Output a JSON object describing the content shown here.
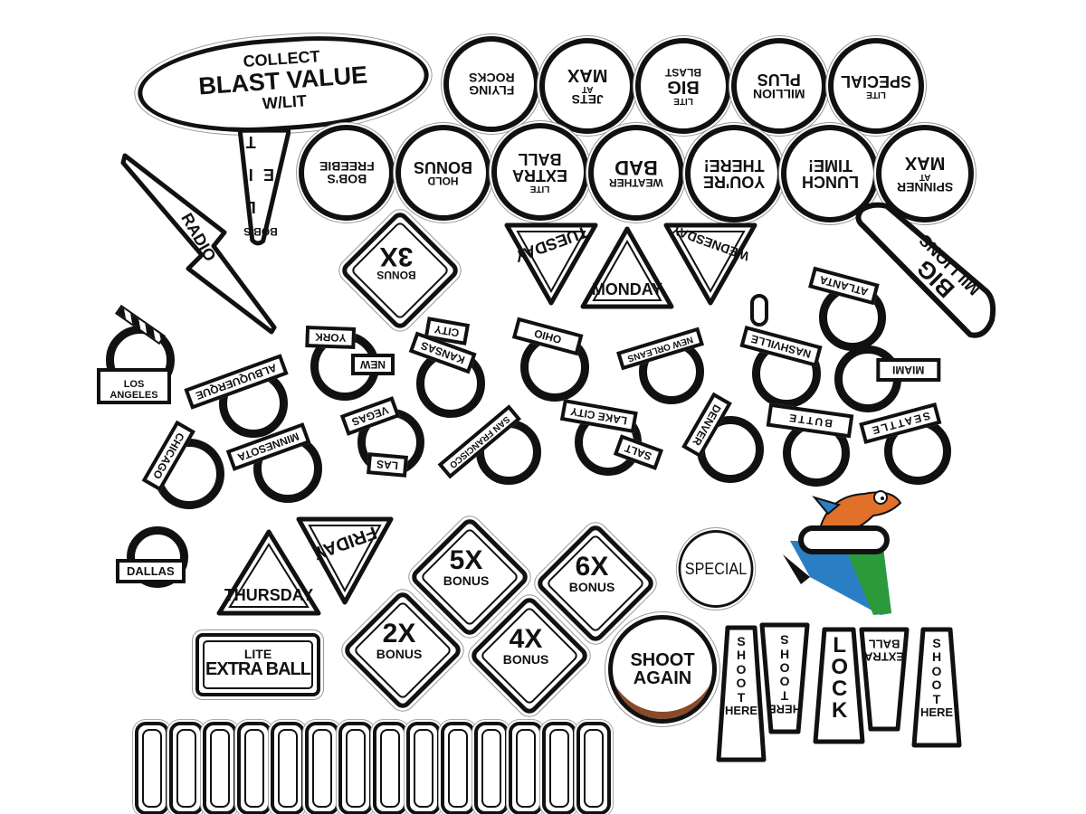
{
  "blast_oval": {
    "line1": "COLLECT",
    "line2": "BLAST VALUE",
    "line3": "W/LIT"
  },
  "top_circles": [
    [
      "FLYING",
      "ROCKS"
    ],
    [
      "JETS",
      "AT",
      "MAX"
    ],
    [
      "LITE",
      "BIG",
      "BLAST"
    ],
    [
      "MILLION",
      "PLUS"
    ],
    [
      "LITE",
      "SPECIAL"
    ]
  ],
  "second_circles": [
    [
      "BOB'S",
      "FREEBIE"
    ],
    [
      "HOLD",
      "BONUS"
    ],
    [
      "LITE",
      "EXTRA",
      "BALL"
    ],
    [
      "BAD",
      "WEATHER"
    ],
    [
      "YOU'RE",
      "THERE!"
    ],
    [
      "LUNCH",
      "TIME!"
    ],
    [
      "SPINNER",
      "AT",
      "MAX"
    ]
  ],
  "bobs_pennant": {
    "top": "BOB'S",
    "word": "L I T E"
  },
  "radio": "RADIO",
  "days": {
    "tuesday": "TUESDAY",
    "monday": "MONDAY",
    "wednesday": "WEDNESDAY",
    "thursday": "THURSDAY",
    "friday": "FRIDAY"
  },
  "big_millions": {
    "line1": "BIG",
    "line2": "MILLIONS"
  },
  "bonuses": [
    {
      "mult": "3X",
      "label": "BONUS"
    },
    {
      "mult": "5X",
      "label": "BONUS"
    },
    {
      "mult": "6X",
      "label": "BONUS"
    },
    {
      "mult": "2X",
      "label": "BONUS"
    },
    {
      "mult": "4X",
      "label": "BONUS"
    }
  ],
  "cities": {
    "los_angeles": [
      "LOS",
      "ANGELES"
    ],
    "albuquerque": "ALBUQUERQUE",
    "new_york": [
      "NEW",
      "YORK"
    ],
    "kansas_city": [
      "KANSAS",
      "CITY"
    ],
    "ohio": "OHIO",
    "new_orleans": [
      "NEW",
      "ORLEANS"
    ],
    "nashville": "NASHVILLE",
    "atlanta": "ATLANTA",
    "miami": "MIAMI",
    "chicago": "CHICAGO",
    "minnesota": "MINNESOTA",
    "las_vegas": [
      "LAS",
      "VEGAS"
    ],
    "san_francisco": "SAN FRANCISCO",
    "salt_lake_city": [
      "SALT",
      "LAKE CITY"
    ],
    "denver": "DENVER",
    "butte": "BUTTE",
    "seattle": "SEATTLE",
    "dallas": "DALLAS"
  },
  "special": "SPECIAL",
  "lite_extra_ball": {
    "line1": "LITE",
    "line2": "EXTRA BALL"
  },
  "shoot_again": {
    "line1": "SHOOT",
    "line2": "AGAIN"
  },
  "pennants": [
    [
      "S",
      "H",
      "O",
      "O",
      "T",
      "HERE"
    ],
    [
      "HERE",
      "T",
      "O",
      "O",
      "H",
      "S"
    ],
    [
      "LOCK"
    ],
    [
      "EXTRA",
      "BALL"
    ],
    [
      "S",
      "H",
      "O",
      "O",
      "T",
      "HERE"
    ]
  ],
  "colors": {
    "ink": "#111111",
    "fish_orange": "#e0702a",
    "fish_blue": "#2a7fc4",
    "ramp_green": "#2a9a3a",
    "shoot_again_brown": "#8a4a2a"
  }
}
